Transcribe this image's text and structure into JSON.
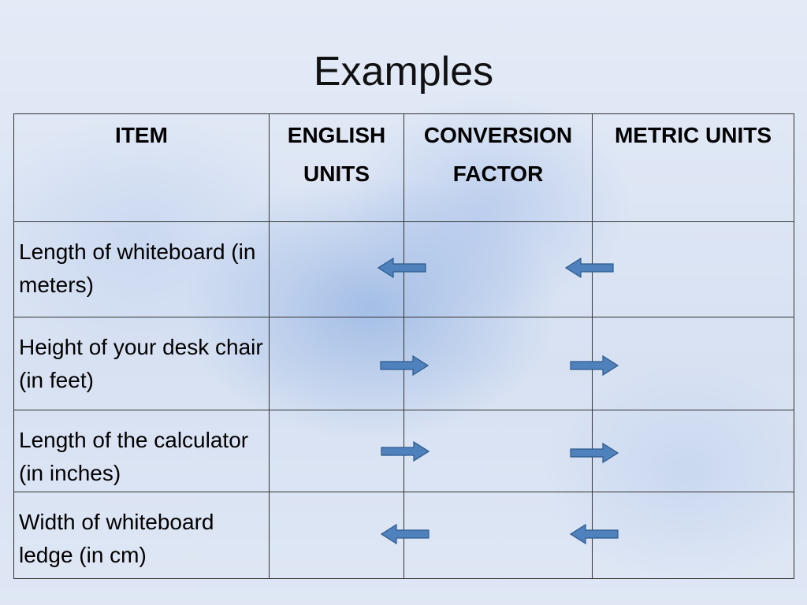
{
  "slide": {
    "title": "Examples"
  },
  "table": {
    "headers": [
      "ITEM",
      "ENGLISH UNITS",
      "CONVERSION FACTOR",
      "METRIC UNITS"
    ],
    "rows": [
      {
        "item": "Length of whiteboard (in meters)",
        "arrow_direction": "left"
      },
      {
        "item": "Height of your desk chair (in feet)",
        "arrow_direction": "right"
      },
      {
        "item": "Length of the calculator (in inches)",
        "arrow_direction": "right"
      },
      {
        "item": "Width of whiteboard ledge (in cm)",
        "arrow_direction": "left"
      }
    ]
  },
  "colors": {
    "arrow_fill": "#4f81bd",
    "arrow_stroke": "#2c5a8c",
    "grid_line": "#333333"
  },
  "icons": {
    "left": "arrow-left-icon",
    "right": "arrow-right-icon"
  }
}
